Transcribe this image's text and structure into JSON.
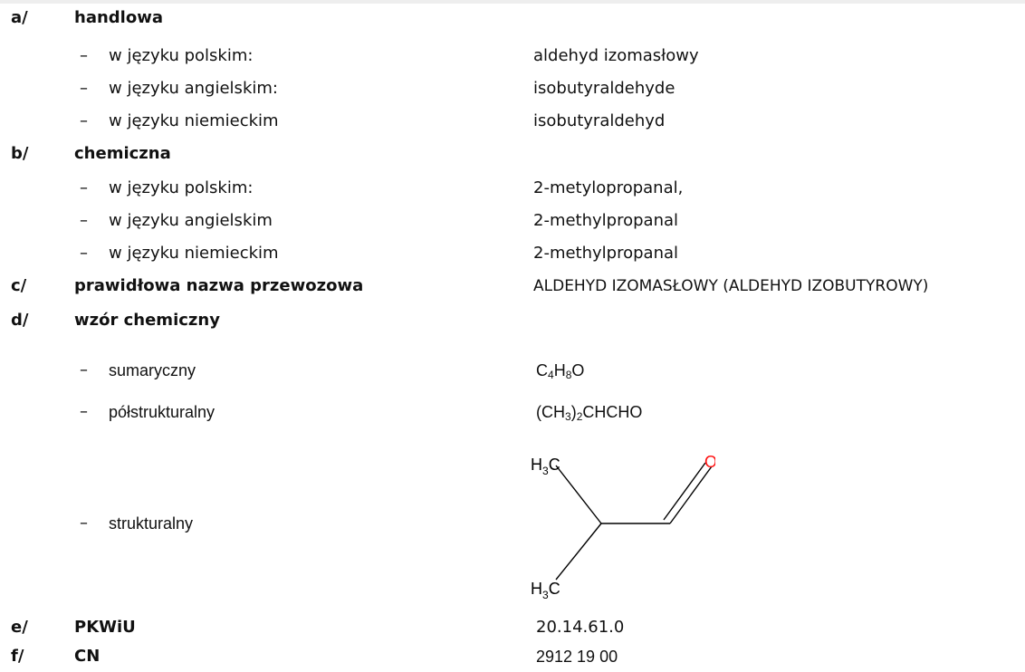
{
  "a": {
    "letter": "a/",
    "heading": "handlowa",
    "rows": [
      {
        "dash": "–",
        "label": "w języku polskim:",
        "value": "aldehyd izomasłowy"
      },
      {
        "dash": "–",
        "label": "w języku angielskim:",
        "value": "isobutyraldehyde"
      },
      {
        "dash": "–",
        "label": "w języku niemieckim",
        "value": "isobutyraldehyd"
      }
    ]
  },
  "b": {
    "letter": "b/",
    "heading": "chemiczna",
    "rows": [
      {
        "dash": "–",
        "label": "w języku polskim:",
        "value": "2-metylopropanal,"
      },
      {
        "dash": "–",
        "label": "w języku angielskim",
        "value": "2-methylpropanal"
      },
      {
        "dash": "–",
        "label": "w języku niemieckim",
        "value": "2-methylpropanal"
      }
    ]
  },
  "c": {
    "letter": "c/",
    "heading": "prawidłowa nazwa przewozowa",
    "value": "ALDEHYD IZOMASŁOWY (ALDEHYD IZOBUTYROWY)"
  },
  "d": {
    "letter": "d/",
    "heading": "wzór chemiczny",
    "summary": {
      "dash": "–",
      "label": "sumaryczny",
      "c": "C",
      "c_n": "4",
      "h": "H",
      "h_n": "8",
      "o": "O"
    },
    "semi": {
      "dash": "–",
      "label": "półstrukturalny",
      "p1": "(CH",
      "n1": "3",
      "p2": ")",
      "n2": "2",
      "p3": "CHCHO"
    },
    "structural": {
      "dash": "–",
      "label": "strukturalny",
      "h": "H",
      "n": "3",
      "c": "C",
      "o": "O",
      "o_color": "#ff0d0d"
    }
  },
  "e": {
    "letter": "e/",
    "heading": "PKWiU",
    "value": "20.14.61.0"
  },
  "f": {
    "letter": "f/",
    "heading": "CN",
    "value": "2912 19 00"
  }
}
